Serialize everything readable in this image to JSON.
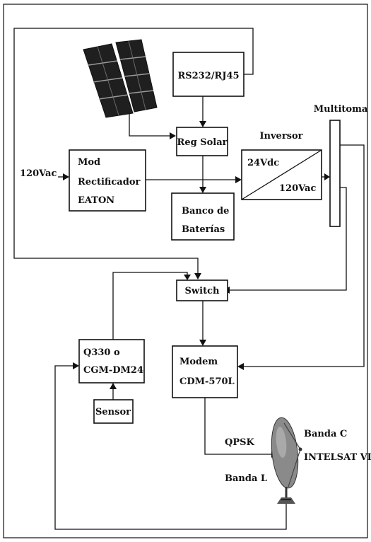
{
  "blocks": {
    "rs232": {
      "label": "RS232/RJ45"
    },
    "reg_solar": {
      "label": "Reg Solar"
    },
    "rectifier": {
      "lines": [
        "Mod",
        "Rectificador",
        "EATON"
      ]
    },
    "battery": {
      "lines": [
        "Banco de",
        "Baterías"
      ]
    },
    "inverter": {
      "title": "Inversor",
      "input": "24Vdc",
      "output": "120Vac"
    },
    "multitoma": {
      "label": "Multitoma"
    },
    "switch": {
      "label": "Switch"
    },
    "digitizer": {
      "lines": [
        "Q330 o",
        "CGM-DM24"
      ]
    },
    "sensor": {
      "label": "Sensor"
    },
    "modem": {
      "lines": [
        "Modem",
        "CDM-570L"
      ]
    }
  },
  "labels": {
    "ac_input": "120Vac",
    "modulation": "QPSK",
    "band_l": "Banda L",
    "band_c": "Banda C",
    "satellite": "INTELSAT VI"
  },
  "icons": {
    "solar_panel": "solar-panel-icon",
    "satellite_dish": "satellite-dish-icon"
  }
}
